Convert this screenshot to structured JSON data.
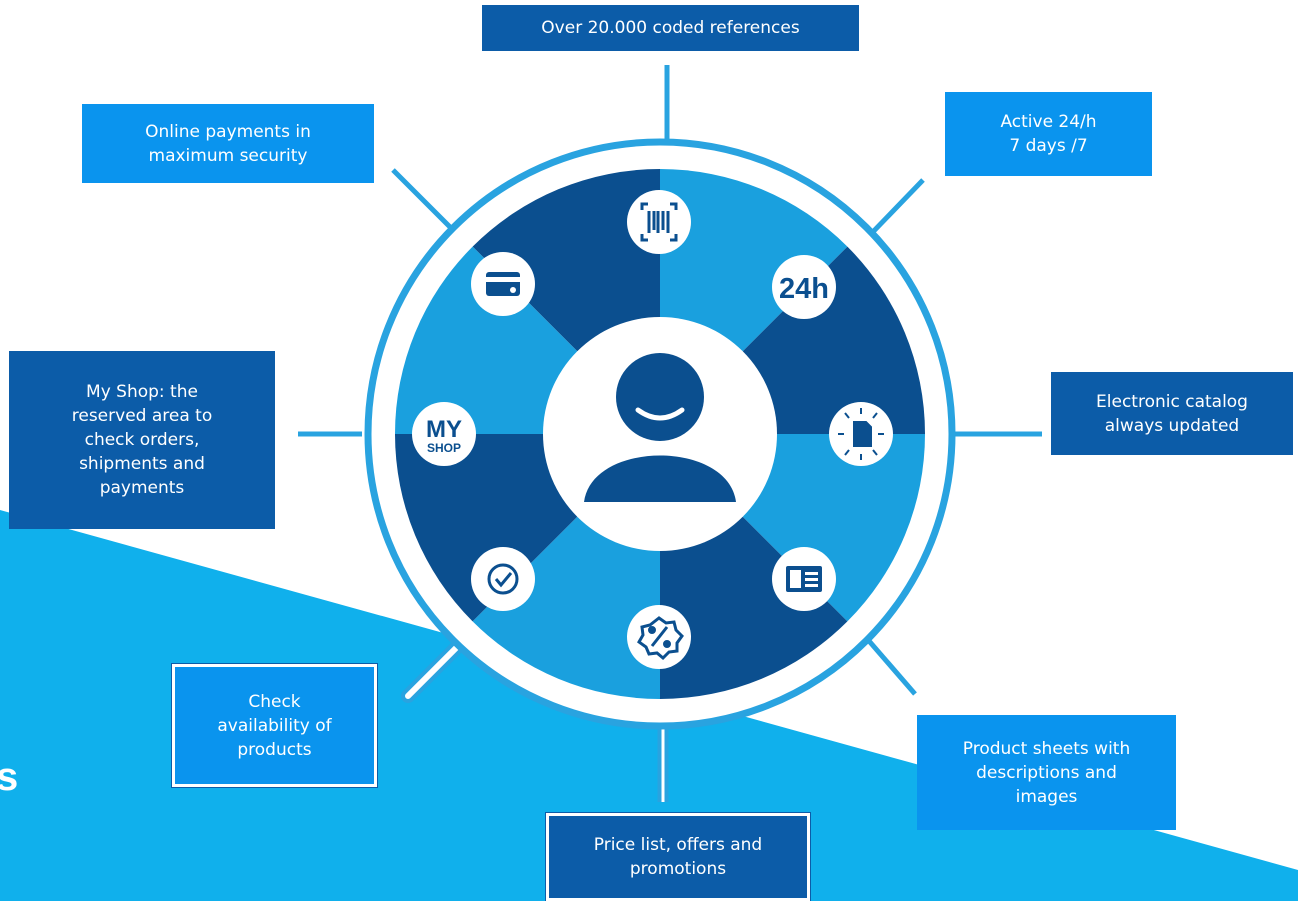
{
  "colors": {
    "light_blue": "#0a94ee",
    "dark_blue": "#0c5ca8",
    "navy": "#0b4f8f",
    "mid_blue": "#1aa0de",
    "ring": "#29a3e0",
    "cyan_background": "#10b0ec"
  },
  "hub": {
    "icon": "user-avatar-icon"
  },
  "icons": {
    "top": "barcode-icon",
    "top_right": "24h-icon",
    "right": "electronic-catalog-icon",
    "bottom_right": "product-sheet-icon",
    "bottom": "discount-percent-icon",
    "bottom_left": "checkmark-icon",
    "left": "my-shop-icon",
    "top_left": "credit-card-icon"
  },
  "icon_text": {
    "hours": "24h",
    "my": "MY",
    "shop": "SHOP"
  },
  "labels": {
    "top": "Over 20.000 coded references",
    "top_right": "Active 24/h\n 7 days /7",
    "right": "Electronic catalog\nalways updated",
    "bottom_right": "Product sheets with\ndescriptions and\nimages",
    "bottom": "Price list, offers and\npromotions",
    "bottom_left": "Check\navailability  of\nproducts",
    "left": "My Shop: the\nreserved area to\ncheck orders,\nshipments and\npayments",
    "top_left": "Online payments in\nmaximum security"
  },
  "partial_text": "s"
}
